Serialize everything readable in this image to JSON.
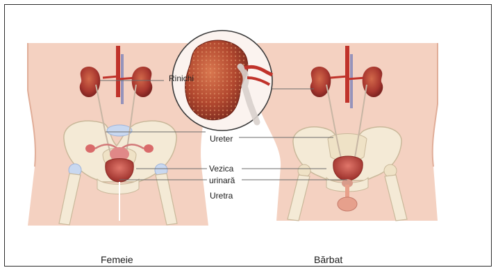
{
  "labels": {
    "kidney": "Rinichi",
    "ureter": "Ureter",
    "bladder_line1": "Vezica",
    "bladder_line2": "urinară",
    "urethra": "Uretra"
  },
  "captions": {
    "female": "Femeie",
    "male": "Bărbat"
  },
  "colors": {
    "skin": "#f2c9b6",
    "bone": "#f4ead6",
    "kidney": "#a8372f",
    "vessel": "#c0332b",
    "bladder": "#b8413a",
    "frame": "#2a2a2a"
  }
}
